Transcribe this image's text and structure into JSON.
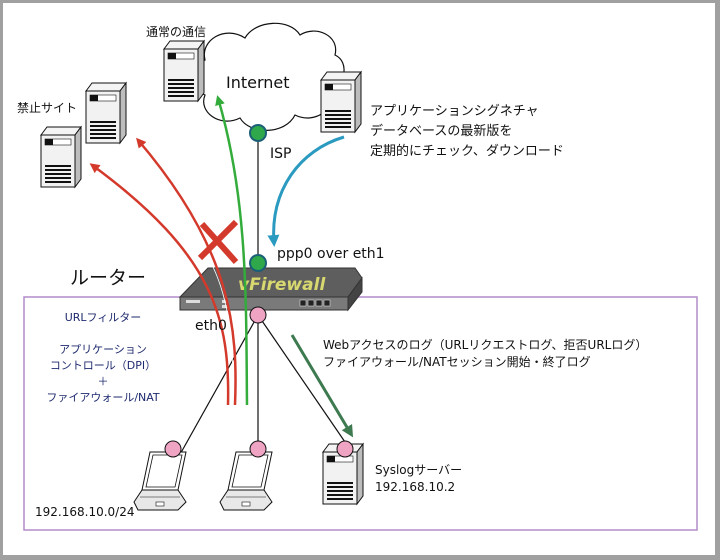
{
  "colors": {
    "frame": "#a0a0a0",
    "lan_box": "#b48cc8",
    "blocked_arrow": "#d33a2c",
    "normal_arrow": "#34ac3c",
    "update_arrow": "#2a9ac0",
    "log_arrow": "#3e7a50",
    "isp_node": "#2ea84a",
    "lan_node": "#f0a4c4",
    "feature_text": "#1e2a6e"
  },
  "labels": {
    "normal_traffic": "通常の通信",
    "internet": "Internet",
    "forbidden_sites": "禁止サイト",
    "isp": "ISP",
    "signature_update": [
      "アプリケーションシグネチャ",
      "データベースの最新版を",
      "定期的にチェック、ダウンロード"
    ],
    "ppp0": "ppp0 over eth1",
    "router": "ルーター",
    "router_brand": "vFirewall",
    "eth0": "eth0",
    "features": [
      "URLフィルター",
      "",
      "アプリケーション",
      "コントロール（DPI）",
      "＋",
      "ファイアウォール/NAT"
    ],
    "logs": [
      "Webアクセスのログ（URLリクエストログ、拒否URLログ）",
      "ファイアウォール/NATセッション開始・終了ログ"
    ],
    "syslog_name": "Syslogサーバー",
    "syslog_ip": "192.168.10.2",
    "subnet": "192.168.10.0/24"
  },
  "icons": {
    "servers": [
      "normal-site-server",
      "forbidden-site-server-1",
      "forbidden-site-server-2",
      "signature-update-server",
      "syslog-server"
    ],
    "clients": [
      "laptop-1",
      "laptop-2"
    ],
    "blocked_mark": "x-mark",
    "cloud": "internet-cloud",
    "router": "firewall-appliance"
  }
}
